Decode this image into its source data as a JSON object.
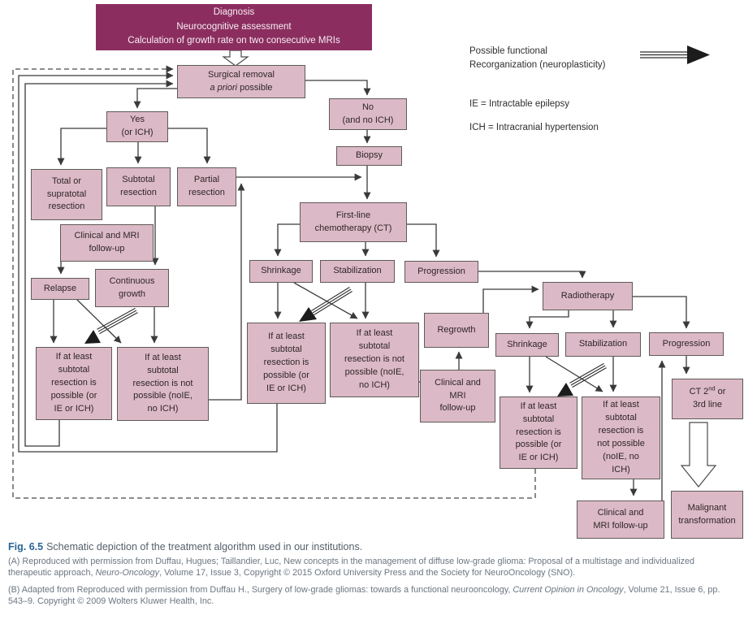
{
  "figure": {
    "colors": {
      "header_bg": "#8b2e5f",
      "box_bg": "#dcb9c6",
      "box_border": "#5e5a58",
      "connector_line": "#3a3a3a",
      "fig_label_blue": "#2a6496",
      "caption_gray": "#6b7681"
    },
    "nodes": {
      "diagnosis": {
        "label": "Diagnosis\nNeurocognitive assessment\nCalculation of growth rate on two consecutive MRIs"
      },
      "surgical": {
        "line1": "Surgical removal",
        "italic": "a priori",
        "rest": " possible"
      },
      "yes": {
        "label": "Yes\n(or ICH)"
      },
      "no": {
        "label": "No\n(and no ICH)"
      },
      "biopsy": {
        "label": "Biopsy"
      },
      "total": {
        "label": "Total or\nsupratotal\nresection"
      },
      "subtotal": {
        "label": "Subtotal\nresection"
      },
      "partial": {
        "label": "Partial\nresection"
      },
      "followup1": {
        "label": "Clinical and MRI\nfollow-up"
      },
      "relapse": {
        "label": "Relapse"
      },
      "contgrowth": {
        "label": "Continuous\ngrowth"
      },
      "ifpossible1": {
        "label": "If at least\nsubtotal\nresection is\npossible (or\nIE or ICH)"
      },
      "ifnotpossible1": {
        "label": "If at least\nsubtotal\nresection is not\npossible (noIE,\nno ICH)"
      },
      "firstline": {
        "label": "First-line\nchemotherapy (CT)"
      },
      "shrinkage1": {
        "label": "Shrinkage"
      },
      "stabilization1": {
        "label": "Stabilization"
      },
      "progression1": {
        "label": "Progression"
      },
      "ifpossible2": {
        "label": "If at least\nsubtotal\nresection is\npossible (or\nIE or ICH)"
      },
      "ifnotpossible2": {
        "label": "If at least\nsubtotal\nresection is not\npossible (noIE,\nno ICH)"
      },
      "regrowth": {
        "label": "Regrowth"
      },
      "followup2": {
        "label": "Clinical and\nMRI\nfollow-up"
      },
      "radiotherapy": {
        "label": "Radiotherapy"
      },
      "shrinkage2": {
        "label": "Shrinkage"
      },
      "stabilization2": {
        "label": "Stabilization"
      },
      "progression2": {
        "label": "Progression"
      },
      "ifpossible3": {
        "label": "If at least\nsubtotal\nresection is\npossible (or\nIE or ICH)"
      },
      "ifnotpossible3": {
        "label": "If at least\nsubtotal\nresection is\nnot possible\n(noIE, no\nICH)"
      },
      "ct2nd": {
        "pre": "CT 2",
        "sup": "nd",
        "post": " or",
        "line2": "3rd line"
      },
      "followup3": {
        "label": "Clinical and\nMRI follow-up"
      },
      "malignant": {
        "label": "Malignant\ntransformation"
      }
    },
    "legend": {
      "neuroplasticity": "Possible functional\nRecorganization (neuroplasticity)",
      "ie": "IE = Intractable epilepsy",
      "ich": "ICH = Intracranial hypertension"
    },
    "caption": {
      "fig_label": "Fig. 6.5",
      "title": "Schematic depiction of the treatment algorithm used in our institutions.",
      "a_pre": "(A) Reproduced with permission from Duffau, Hugues; Taillandier, Luc, New concepts in the management of diffuse low-grade glioma: Proposal of a multistage and individualized therapeutic approach, ",
      "a_italic": "Neuro-Oncology",
      "a_post": ", Volume 17, Issue 3, Copyright © 2015 Oxford University Press and the Society for NeuroOncology (SNO).",
      "b_pre": "(B) Adapted from Reproduced with permission from Duffau H., Surgery of low-grade gliomas: towards a functional neurooncology, ",
      "b_italic": "Current Opinion in Oncology",
      "b_post": ", Volume 21, Issue 6, pp. 543–9. Copyright © 2009 Wolters Kluwer Health, Inc."
    }
  }
}
